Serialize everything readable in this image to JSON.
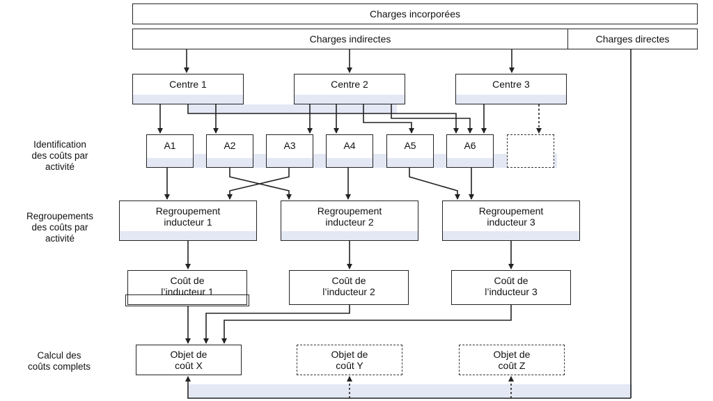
{
  "header": {
    "charges_incorporees": "Charges incorporées",
    "charges_indirectes": "Charges indirectes",
    "charges_directes": "Charges directes"
  },
  "centres": [
    "Centre 1",
    "Centre 2",
    "Centre 3"
  ],
  "activities": [
    "A1",
    "A2",
    "A3",
    "A4",
    "A5",
    "A6",
    ""
  ],
  "regroupements": [
    "Regroupement\ninducteur 1",
    "Regroupement\ninducteur 2",
    "Regroupement\ninducteur 3"
  ],
  "couts_inducteurs": [
    "Coût de\nl’inducteur 1",
    "Coût de\nl’inducteur 2",
    "Coût de\nl’inducteur 3"
  ],
  "objets": [
    "Objet de\ncoût X",
    "Objet de\ncoût Y",
    "Objet de\ncoût Z"
  ],
  "side_labels": {
    "identification": "Identification\ndes coûts par\nactivité",
    "regroupement": "Regroupements\ndes coûts par\nactivité",
    "calcul": "Calcul des\ncoûts complets"
  },
  "colors": {
    "line": "#222222",
    "shade": "#e4e8f5"
  }
}
